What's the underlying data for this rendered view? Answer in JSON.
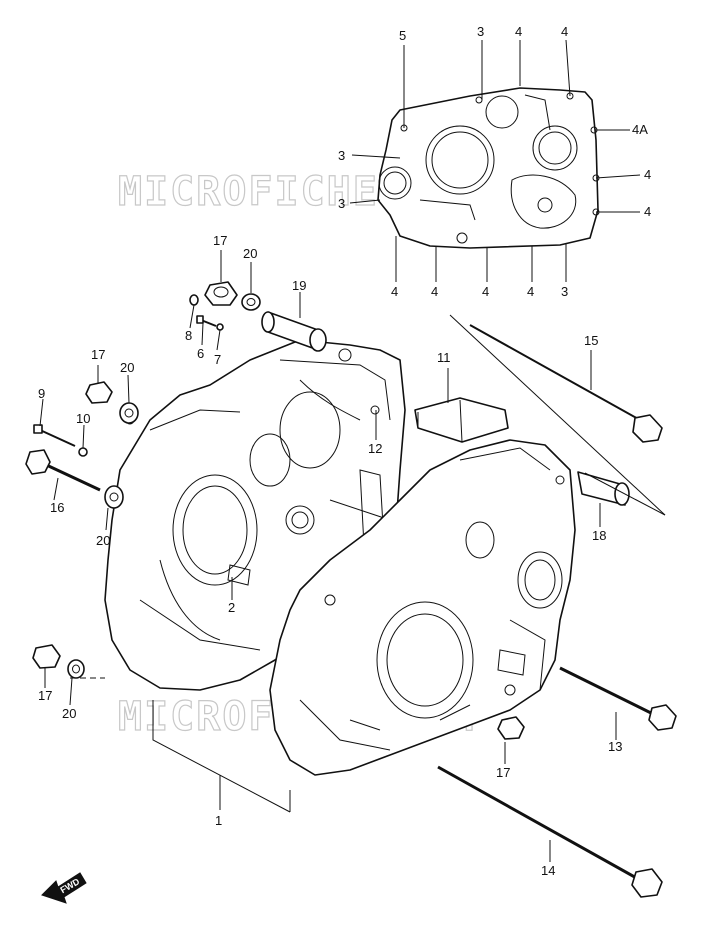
{
  "watermark": {
    "text_upper": "MICROFICHE.NET",
    "text_lower": "MICROFICHE.NET"
  },
  "fwd_label": "FWD",
  "callouts": {
    "c1": "1",
    "c2": "2",
    "g3a": "3",
    "g3b": "3",
    "g3c": "3",
    "g3d": "3",
    "g4a": "4",
    "g4b": "4",
    "g4c": "4",
    "g4d": "4",
    "g4e": "4",
    "g4f": "4",
    "g4g": "4",
    "g4h": "4",
    "g4A": "4A",
    "g5": "5",
    "c6": "6",
    "c7": "7",
    "c8": "8",
    "c9": "9",
    "c10": "10",
    "c11": "11",
    "c12": "12",
    "c13": "13",
    "c14": "14",
    "c15": "15",
    "c16": "16",
    "c17a": "17",
    "c17b": "17",
    "c17c": "17",
    "c17d": "17",
    "c18": "18",
    "c19": "19",
    "c20a": "20",
    "c20b": "20",
    "c20c": "20",
    "c20d": "20"
  }
}
